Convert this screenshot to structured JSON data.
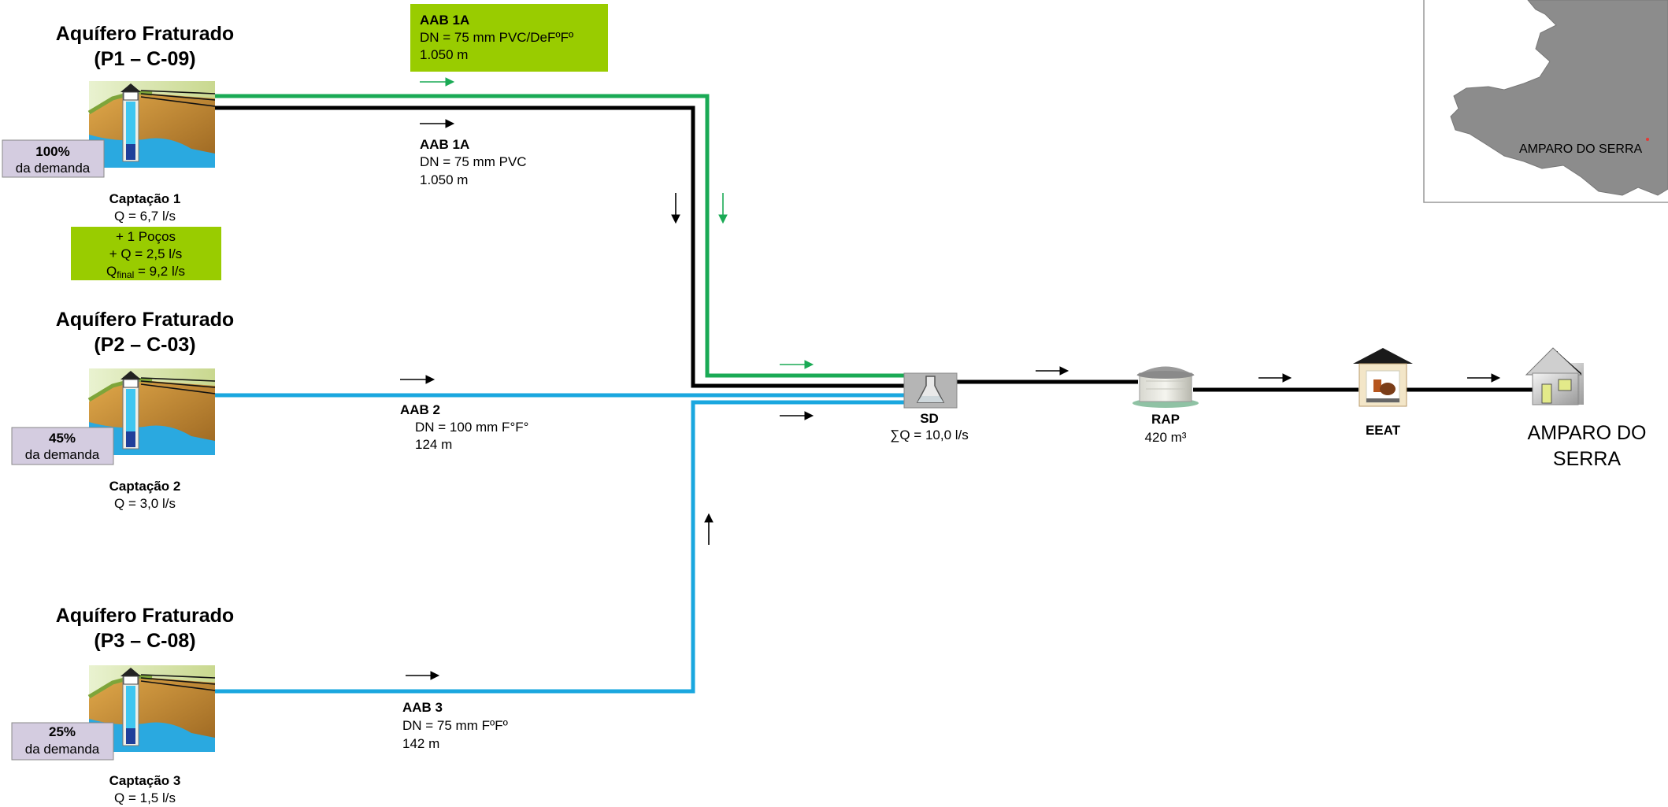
{
  "aquifers": [
    {
      "title_line1": "Aquífero Fraturado",
      "title_line2": "(P1 – C-09)",
      "demand_pct": "100%",
      "demand_text": "da demanda",
      "capt_name": "Captação 1",
      "capt_q": "Q = 6,7  l/s"
    },
    {
      "title_line1": "Aquífero Fraturado",
      "title_line2": "(P2 – C-03)",
      "demand_pct": "45%",
      "demand_text": "da demanda",
      "capt_name": "Captação 2",
      "capt_q": "Q = 3,0  l/s"
    },
    {
      "title_line1": "Aquífero Fraturado",
      "title_line2": "(P3 – C-08)",
      "demand_pct": "25%",
      "demand_text": "da demanda",
      "capt_name": "Captação 3",
      "capt_q": "Q = 1,5 l/s"
    }
  ],
  "extra_wells": {
    "line1": "+ 1 Poços",
    "line2": "+ Q = 2,5 l/s",
    "line3_main": "Q",
    "line3_sub": "final",
    "line3_rest": " = 9,2 l/s"
  },
  "pipes": {
    "aab1a_new": {
      "name": "AAB 1A",
      "dn": "DN = 75 mm PVC/DeFºFº",
      "length": "1.050 m"
    },
    "aab1a": {
      "name": "AAB 1A",
      "dn": "DN = 75 mm PVC",
      "length": "1.050 m"
    },
    "aab2": {
      "name": "AAB 2",
      "dn": "DN = 100 mm F°F°",
      "length": "124 m"
    },
    "aab3": {
      "name": "AAB 3",
      "dn": "DN = 75 mm FºFº",
      "length": "142 m"
    }
  },
  "units": {
    "sd": {
      "name": "SD",
      "flow": "∑Q = 10,0 l/s"
    },
    "rap": {
      "name": "RAP",
      "volume": "420 m³"
    },
    "eeat": {
      "name": "EEAT"
    },
    "town": {
      "line1": "AMPARO DO",
      "line2": "SERRA"
    }
  },
  "map": {
    "label": "AMPARO DO SERRA"
  },
  "colors": {
    "new_pipe": "#1aaa55",
    "existing_pipe": "#000000",
    "water_pipe": "#1aa7df",
    "highlight_box": "#99cc00",
    "demand_box": "#d4cce0"
  },
  "icons": [
    "well-icon",
    "lab-flask-icon",
    "reservoir-icon",
    "pump-station-icon",
    "house-icon",
    "flow-arrow-icon"
  ]
}
